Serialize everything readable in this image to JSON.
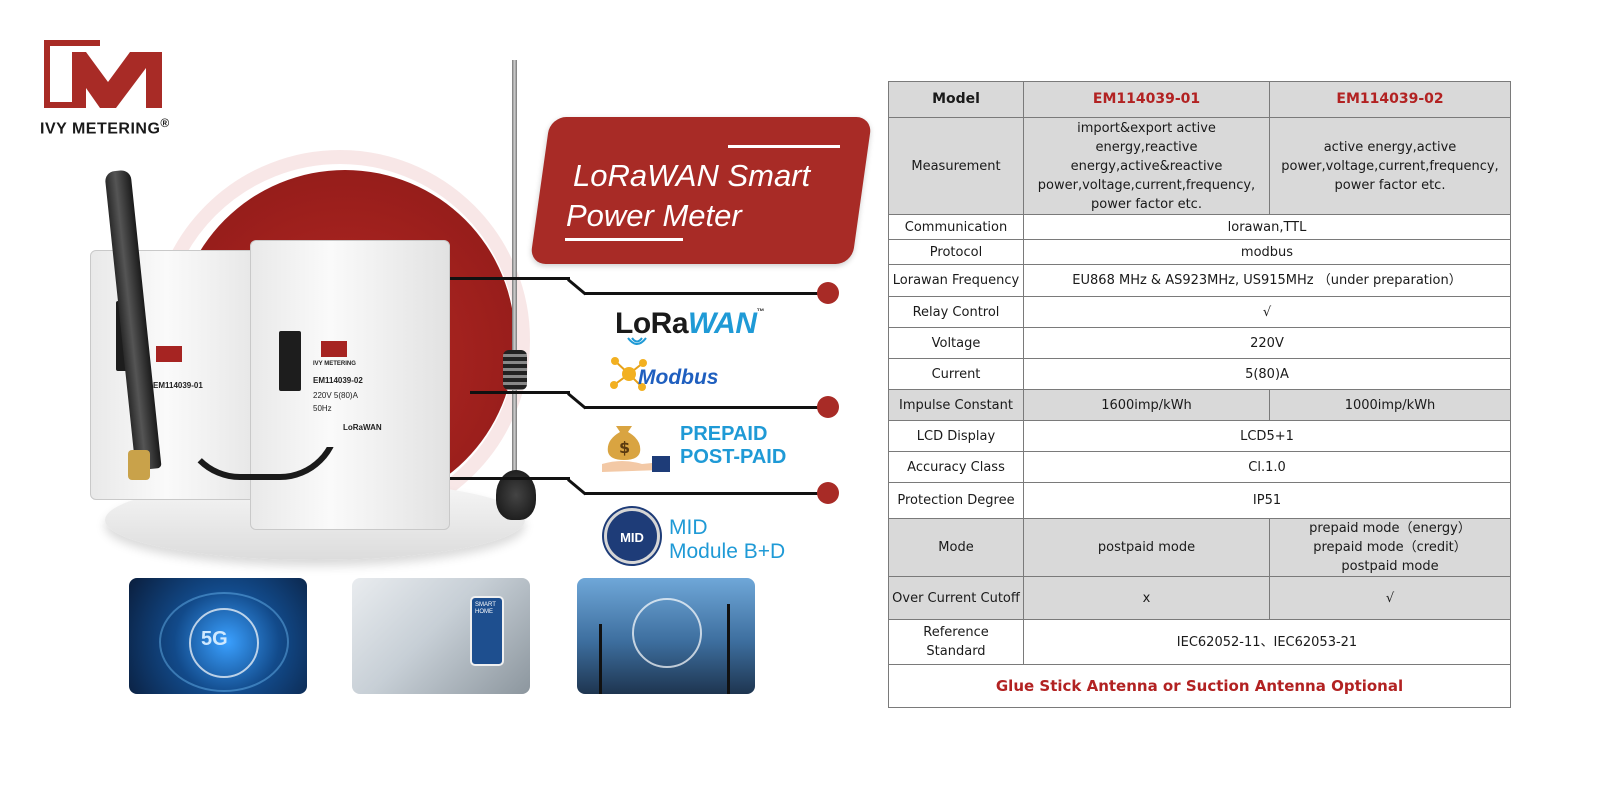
{
  "brand": {
    "name": "IVY METERING",
    "registered": "®",
    "color": "#a82b26"
  },
  "banner": {
    "line1": "LoRaWAN Smart",
    "line2": "Power Meter"
  },
  "meters": {
    "meter1_model": "EM114039-01",
    "meter2_model": "EM114039-02",
    "meter2_rating": "220V 5(80)A",
    "meter2_freq": "50Hz",
    "meter2_tag": "LoRaWAN",
    "logo_label": "IVY METERING"
  },
  "features": {
    "lora_main": "LoRa",
    "lora_wan": "WAN",
    "lora_tm": "™",
    "modbus": "Modbus",
    "prepaid_1": "PREPAID",
    "prepaid_2": "POST-PAID",
    "mid_badge": "MID",
    "mid_1": "MID",
    "mid_2": "Module B+D"
  },
  "thumbs": {
    "t1_label": "5G",
    "t2_label": "SMART HOME"
  },
  "icons": [
    "ivy-metering-logo-icon",
    "lorawan-waves-icon",
    "modbus-network-icon",
    "money-bag-hand-icon",
    "mid-seal-icon"
  ],
  "table": {
    "header": {
      "label": "Model",
      "model1": "EM114039-01",
      "model2": "EM114039-02"
    },
    "measurement": {
      "label": "Measurement",
      "m1": "import&export active energy,reactive energy,active&reactive power,voltage,current,frequency, power factor etc.",
      "m2": "active energy,active power,voltage,current,frequency, power factor etc."
    },
    "communication": {
      "label": "Communication",
      "value": "lorawan,TTL"
    },
    "protocol": {
      "label": "Protocol",
      "value": "modbus"
    },
    "frequency": {
      "label": "Lorawan Frequency",
      "value": "EU868 MHz & AS923MHz, US915MHz （under preparation）"
    },
    "relay": {
      "label": "Relay Control",
      "value": "√"
    },
    "voltage": {
      "label": "Voltage",
      "value": "220V"
    },
    "current": {
      "label": "Current",
      "value": "5(80)A"
    },
    "impulse": {
      "label": "Impulse Constant",
      "m1": "1600imp/kWh",
      "m2": "1000imp/kWh"
    },
    "lcd": {
      "label": "LCD Display",
      "value": "LCD5+1"
    },
    "accuracy": {
      "label": "Accuracy Class",
      "value": "Cl.1.0"
    },
    "protection": {
      "label": "Protection Degree",
      "value": "IP51"
    },
    "mode": {
      "label": "Mode",
      "m1": "postpaid mode",
      "m2_line1": "prepaid mode（energy）",
      "m2_line2": "prepaid mode（credit）",
      "m2_line3": "postpaid mode"
    },
    "cutoff": {
      "label": "Over Current Cutoff",
      "m1": "x",
      "m2": "√"
    },
    "standard": {
      "label": "Reference Standard",
      "value": "IEC62052-11、IEC62053-21"
    },
    "footer": "Glue Stick Antenna or Suction Antenna Optional"
  },
  "colors": {
    "accent_red": "#a82b26",
    "lora_blue": "#1f9ad6",
    "modbus_blue": "#1f5fbf",
    "row_shade": "#d9d9d9"
  }
}
